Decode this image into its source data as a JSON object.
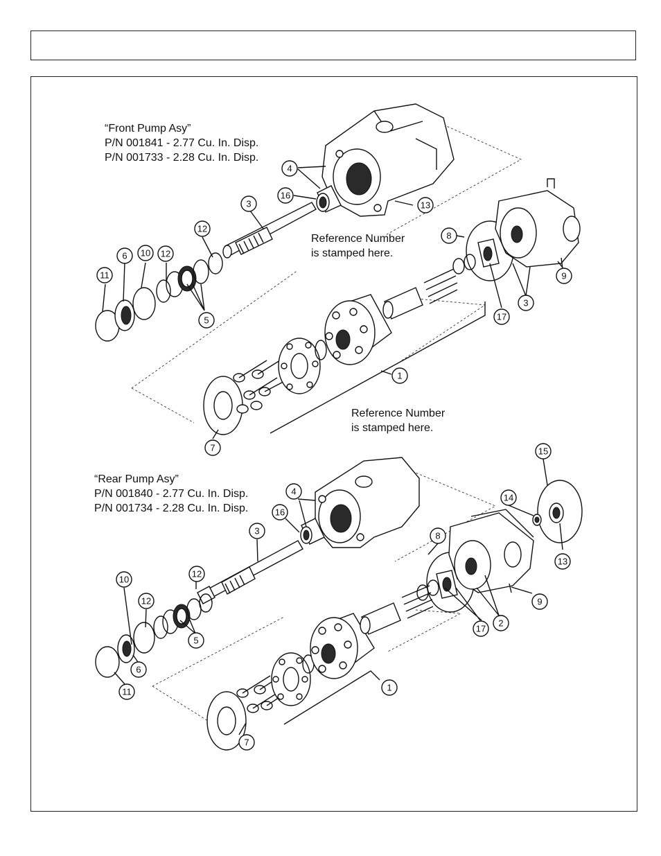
{
  "header": {
    "title": ""
  },
  "front_pump": {
    "title": "“Front Pump Asy”",
    "variants": [
      "P/N 001841 - 2.77 Cu. In. Disp.",
      "P/N 001733 - 2.28 Cu. In. Disp."
    ],
    "notes": [
      "Reference Number\nis stamped here.",
      "Reference Number\nis stamped here."
    ],
    "callouts": [
      "4",
      "16",
      "13",
      "3",
      "12",
      "8",
      "9",
      "3",
      "17",
      "6",
      "10",
      "12",
      "11",
      "5",
      "1",
      "7"
    ]
  },
  "rear_pump": {
    "title": "“Rear Pump Asy”",
    "variants": [
      "P/N 001840 - 2.77 Cu. In. Disp.",
      "P/N 001734 - 2.28 Cu. In. Disp."
    ],
    "callouts": [
      "15",
      "4",
      "14",
      "16",
      "3",
      "13",
      "8",
      "12",
      "10",
      "12",
      "9",
      "2",
      "17",
      "5",
      "6",
      "11",
      "1",
      "7"
    ]
  }
}
